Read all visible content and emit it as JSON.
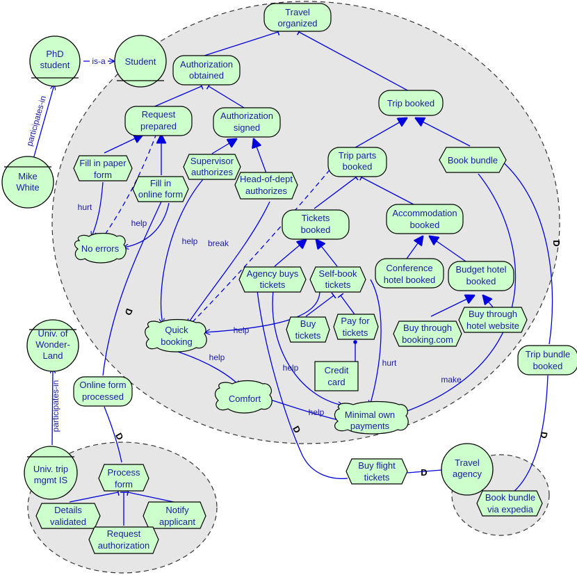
{
  "actors": {
    "phd_student": [
      "PhD",
      "student"
    ],
    "student": [
      "Student"
    ],
    "mike_white": [
      "Mike",
      "White"
    ],
    "univ_wonderland": [
      "Univ. of",
      "Wonder-",
      "Land"
    ],
    "univ_trip_mgmt": [
      "Univ. trip",
      "mgmt IS"
    ],
    "travel_agency": [
      "Travel",
      "agency"
    ]
  },
  "goals": {
    "travel_organized": [
      "Travel",
      "organized"
    ],
    "authorization_obtained": [
      "Authorization",
      "obtained"
    ],
    "trip_booked": [
      "Trip booked"
    ],
    "request_prepared": [
      "Request",
      "prepared"
    ],
    "authorization_signed": [
      "Authorization",
      "signed"
    ],
    "trip_parts_booked": [
      "Trip parts",
      "booked"
    ],
    "tickets_booked": [
      "Tickets",
      "booked"
    ],
    "accommodation_booked": [
      "Accommodation",
      "booked"
    ],
    "conference_hotel_booked": [
      "Conference",
      "hotel booked"
    ],
    "budget_hotel_booked": [
      "Budget hotel",
      "booked"
    ],
    "online_form_processed": [
      "Online form",
      "processed"
    ],
    "trip_bundle_booked": [
      "Trip bundle",
      "booked"
    ]
  },
  "softgoals": {
    "no_errors": [
      "No errors"
    ],
    "quick_booking": [
      "Quick",
      "booking"
    ],
    "comfort": [
      "Comfort"
    ],
    "minimal_payments": [
      "Minimal own",
      "payments"
    ]
  },
  "tasks": {
    "fill_paper": [
      "Fill in paper",
      "form"
    ],
    "fill_online": [
      "Fill in",
      "online form"
    ],
    "supervisor_authorizes": [
      "Supervisor",
      "authorizes"
    ],
    "head_authorizes": [
      "Head-of-dept",
      "authorizes"
    ],
    "book_bundle": [
      "Book bundle"
    ],
    "agency_buys": [
      "Agency buys",
      "tickets"
    ],
    "self_book": [
      "Self-book",
      "tickets"
    ],
    "buy_tickets": [
      "Buy",
      "tickets"
    ],
    "pay_tickets": [
      "Pay for",
      "tickets"
    ],
    "buy_booking": [
      "Buy through",
      "booking.com"
    ],
    "buy_hotel_site": [
      "Buy through",
      "hotel website"
    ],
    "buy_flight": [
      "Buy flight",
      "tickets"
    ],
    "book_bundle_expedia": [
      "Book bundle",
      "via expedia"
    ],
    "process_form": [
      "Process",
      "form"
    ],
    "details_validated": [
      "Details",
      "validated"
    ],
    "notify_applicant": [
      "Notify",
      "applicant"
    ],
    "request_authorization": [
      "Request",
      "authorization"
    ]
  },
  "resources": {
    "credit_card": [
      "Credit",
      "card"
    ]
  },
  "link_labels": {
    "is_a": "is-a",
    "participates_in_1": "participates-in",
    "participates_in_2": "participates-in",
    "hurt_1": "hurt",
    "help_1": "help",
    "help_2": "help",
    "break_1": "break",
    "help_3": "help",
    "help_4": "help",
    "help_5": "help",
    "hurt_2": "hurt",
    "make_1": "make",
    "help_6": "help"
  },
  "dependency_mark": "D",
  "colors": {
    "element_fill": "#ccffcc",
    "boundary_fill": "#e6e6e6",
    "link": "#0000dd",
    "text": "#1a1aa0"
  }
}
